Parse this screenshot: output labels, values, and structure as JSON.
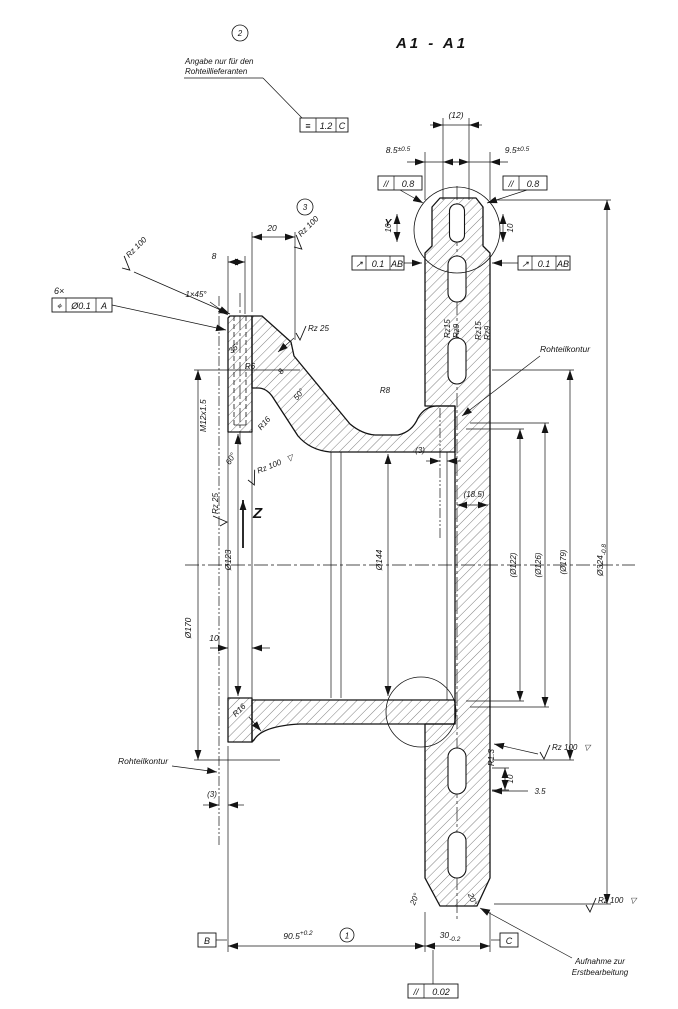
{
  "title": "A1 - A1",
  "balloons": {
    "one": "1",
    "two": "2",
    "three": "3"
  },
  "notes": {
    "supplier_line1": "Angabe nur für den",
    "supplier_line2": "Rohteillieferanten",
    "raw_contour_top": "Rohteilkontur",
    "raw_contour_bottom": "Rohteilkontur",
    "clamping_line1": "Aufnahme zur",
    "clamping_line2": "Erstbearbeitung"
  },
  "axes": {
    "y": "Y",
    "z": "Z"
  },
  "tolerance_frames": {
    "symmetry": {
      "symbol": "≡",
      "value": "1.2",
      "datum": "C"
    },
    "position": {
      "count": "6×",
      "symbol": "⌖",
      "value": "Ø0.1",
      "datum": "A"
    },
    "parallel_top_left": {
      "symbol": "//",
      "value": "0.8"
    },
    "parallel_top_right": {
      "symbol": "//",
      "value": "0.8"
    },
    "runout_left": {
      "symbol": "↗",
      "value": "0.1",
      "datum": "AB"
    },
    "runout_right": {
      "symbol": "↗",
      "value": "0.1",
      "datum": "AB"
    },
    "parallel_bottom": {
      "symbol": "//",
      "value": "0.02"
    },
    "datum_b": "B",
    "datum_c": "C"
  },
  "dimensions": {
    "vent_width": "(12)",
    "plate_left": "8.5",
    "plate_left_tol": "±0.5",
    "plate_right": "9.5",
    "plate_right_tol": "±0.5",
    "boss_width": "20",
    "boss_offset": "8",
    "chamfer": "1×45°",
    "hat_depth_left": "10",
    "hat_depth_right": "10",
    "thread": "M12x1.5",
    "gap_top": "(3)",
    "depth": "(18.5)",
    "gap_bottom": "(3)",
    "flange_thickness": "10",
    "step_depth": "10",
    "step_width": "3.5",
    "dia_123": "Ø123",
    "dia_170": "Ø170",
    "dia_144": "Ø144",
    "dia_122": "(Ø122)",
    "dia_126": "(Ø126)",
    "dia_179": "(Ø179)",
    "dia_324": "Ø324",
    "dia_324_tol": "-0.8",
    "overall": "90.5",
    "overall_tol": "+0.2",
    "disc_width": "30",
    "disc_width_tol": "-0.2"
  },
  "radii": {
    "r6": "R6",
    "r16_top": "R16",
    "r8": "R8",
    "r16_bottom": "R16",
    "r1_3": "R1.3"
  },
  "angles": {
    "a35": "35°",
    "a50": "50°",
    "a60": "60°",
    "a20_left": "20°",
    "a20_right": "20°"
  },
  "surface_finish": {
    "rz100_cone": "Rz 100",
    "rz100_flange": "Rz 100",
    "rz25_cone": "Rz 25",
    "rz25_face": "Rz 25",
    "rz100_hub": "Rz 100",
    "rz15_left": "Rz15",
    "rz9_left": "Rz9",
    "rz15_right": "Rz15",
    "rz9_right": "Rz9",
    "rz100_bottom": "Rz 100",
    "rz100_od": "Rz 100",
    "triangle": "▽"
  },
  "colors": {
    "line": "#141414",
    "background": "#ffffff"
  }
}
